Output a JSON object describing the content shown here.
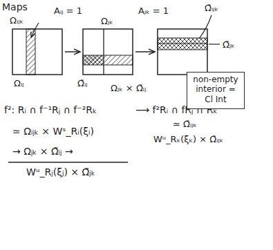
{
  "diagram": {
    "nodes": [
      {
        "text": [
          "non-empty interior = Cl Int"
        ]
      }
    ],
    "labels": [
      "Maps",
      "Aᵢⱼ = 1",
      "Aⱼₖ = 1",
      "Ω̃ᵢⱼₖ",
      "Ωᵢⱼₖ",
      "Ωⱼₖ",
      "Ω̃ⱼₖ",
      "Ωᵢⱼ",
      "Ω̃ᵢⱼ",
      "Ωⱼₖ × Ω̃ᵢⱼ",
      "f²: Rᵢ ∩ f⁻¹Rⱼ ∩ f⁻²Rₖ",
      "⟶ f²Rᵢ ∩ fRⱼ ∩ Rₖ",
      "≃ Ω̃ᵢⱼₖ",
      "≃ Ωᵢⱼₖ × Wˢ_Rᵢ(ξᵢ)",
      "Wᵘ_Rₖ(ξₖ) × Ω̃ᵢⱼₖ",
      "→ Ωⱼₖ × Ω̃ᵢⱼ →",
      "Wᵘ_Rⱼ(ξⱼ) × Ω̃ⱼₖ"
    ]
  }
}
